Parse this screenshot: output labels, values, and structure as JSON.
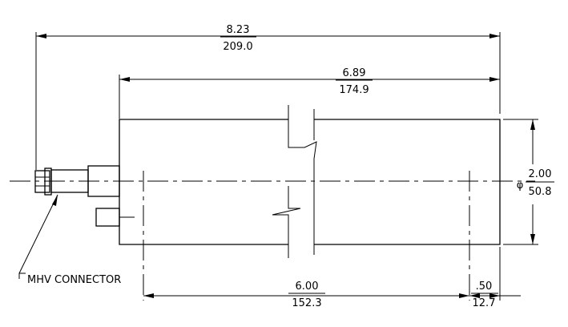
{
  "dimensions": {
    "overall_length": {
      "inch": "8.23",
      "mm": "209.0"
    },
    "body_length": {
      "inch": "6.89",
      "mm": "174.9"
    },
    "diameter": {
      "symbol": "φ",
      "inch": "2.00",
      "mm": "50.8"
    },
    "mount_spacing": {
      "inch": "6.00",
      "mm": "152.3"
    },
    "end_offset": {
      "inch": ".50",
      "mm": "12.7"
    }
  },
  "labels": {
    "connector": "MHV CONNECTOR"
  }
}
